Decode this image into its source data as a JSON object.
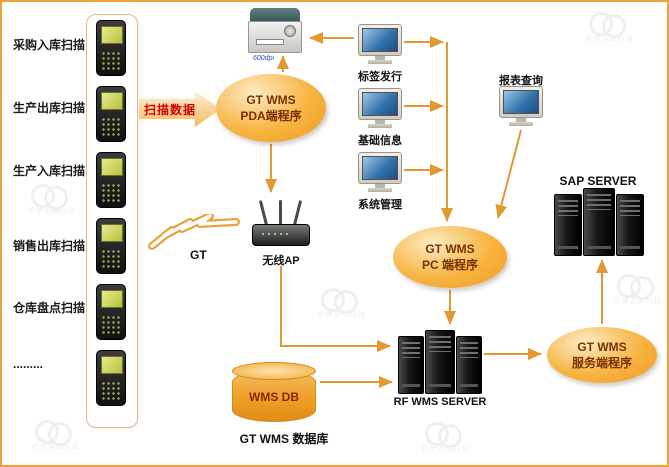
{
  "watermark": {
    "text": "织梦条码科技"
  },
  "left_panel": {
    "labels": [
      "采购入库扫描",
      "生产出库扫描",
      "生产入库扫描",
      "销售出库扫描",
      "仓库盘点扫描",
      "........."
    ]
  },
  "flow": {
    "scan_data_label": "扫描数据",
    "gt_label": "GT",
    "pda_program": {
      "line1": "GT WMS",
      "line2": "PDA端程序"
    },
    "pc_program": {
      "line1": "GT  WMS",
      "line2": "PC 端程序"
    },
    "service_program": {
      "line1": "GT WMS",
      "line2": "服务端程序"
    },
    "wireless_ap_label": "无线AP",
    "printer_badge": "600dpi",
    "computers": [
      {
        "label": "标签发行"
      },
      {
        "label": "基础信息"
      },
      {
        "label": "系统管理"
      }
    ],
    "report_label": "报表查询",
    "sap_server_label": "SAP SERVER",
    "rf_server_label": "RF WMS SERVER",
    "database": {
      "label": "WMS DB",
      "caption": "GT WMS 数据库"
    }
  },
  "colors": {
    "accent_orange": "#E8A33C",
    "oval_orange": "#F2A72E",
    "scan_text_red": "#D40000",
    "oval_text": "#7B3000"
  }
}
